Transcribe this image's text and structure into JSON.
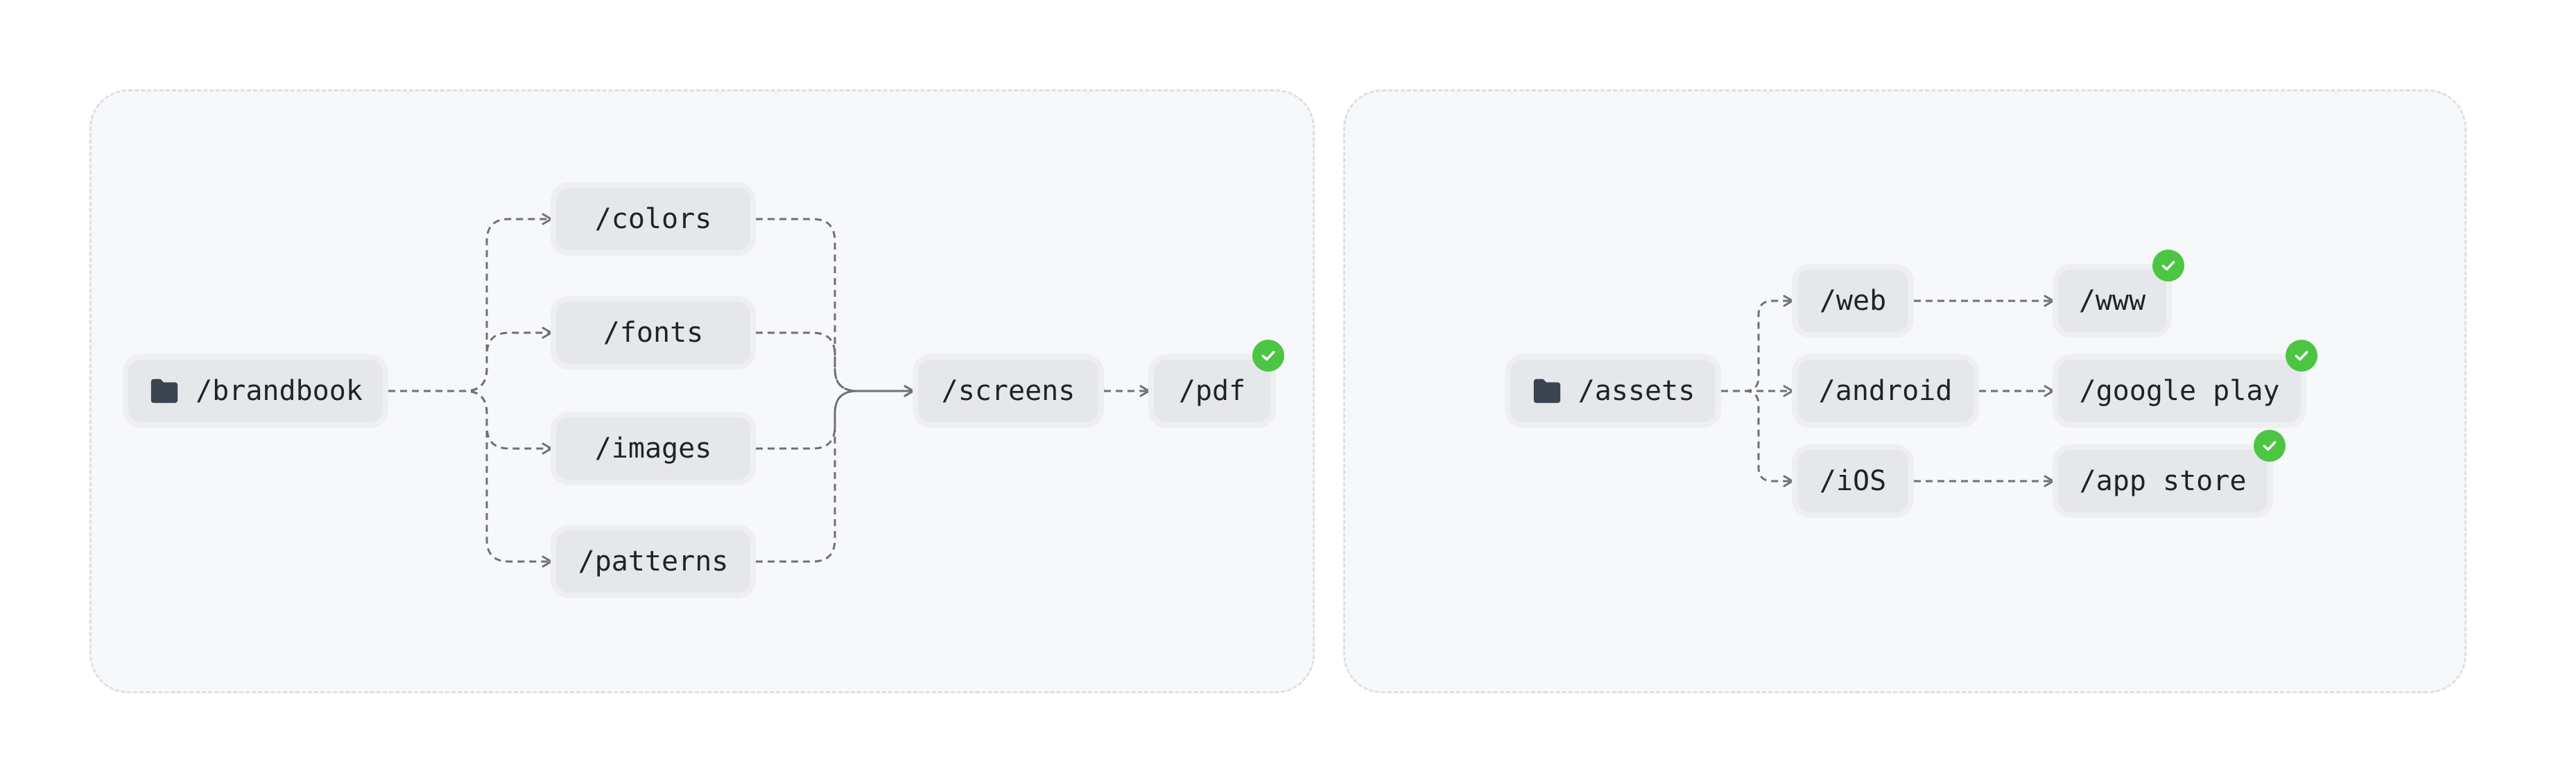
{
  "left_group": {
    "root": "/brandbook",
    "sources": [
      "/colors",
      "/fonts",
      "/images",
      "/patterns"
    ],
    "merge": "/screens",
    "output": "/pdf"
  },
  "right_group": {
    "root": "/assets",
    "platforms": [
      "/web",
      "/android",
      "/iOS"
    ],
    "targets": [
      "/www",
      "/google play",
      "/app store"
    ]
  },
  "colors": {
    "node_bg": "#e6e7ea",
    "edge": "#6e7075",
    "check": "#4cc543",
    "folder_icon": "#3b4250"
  },
  "icons": {
    "root": "folder-icon",
    "done": "check-icon"
  }
}
